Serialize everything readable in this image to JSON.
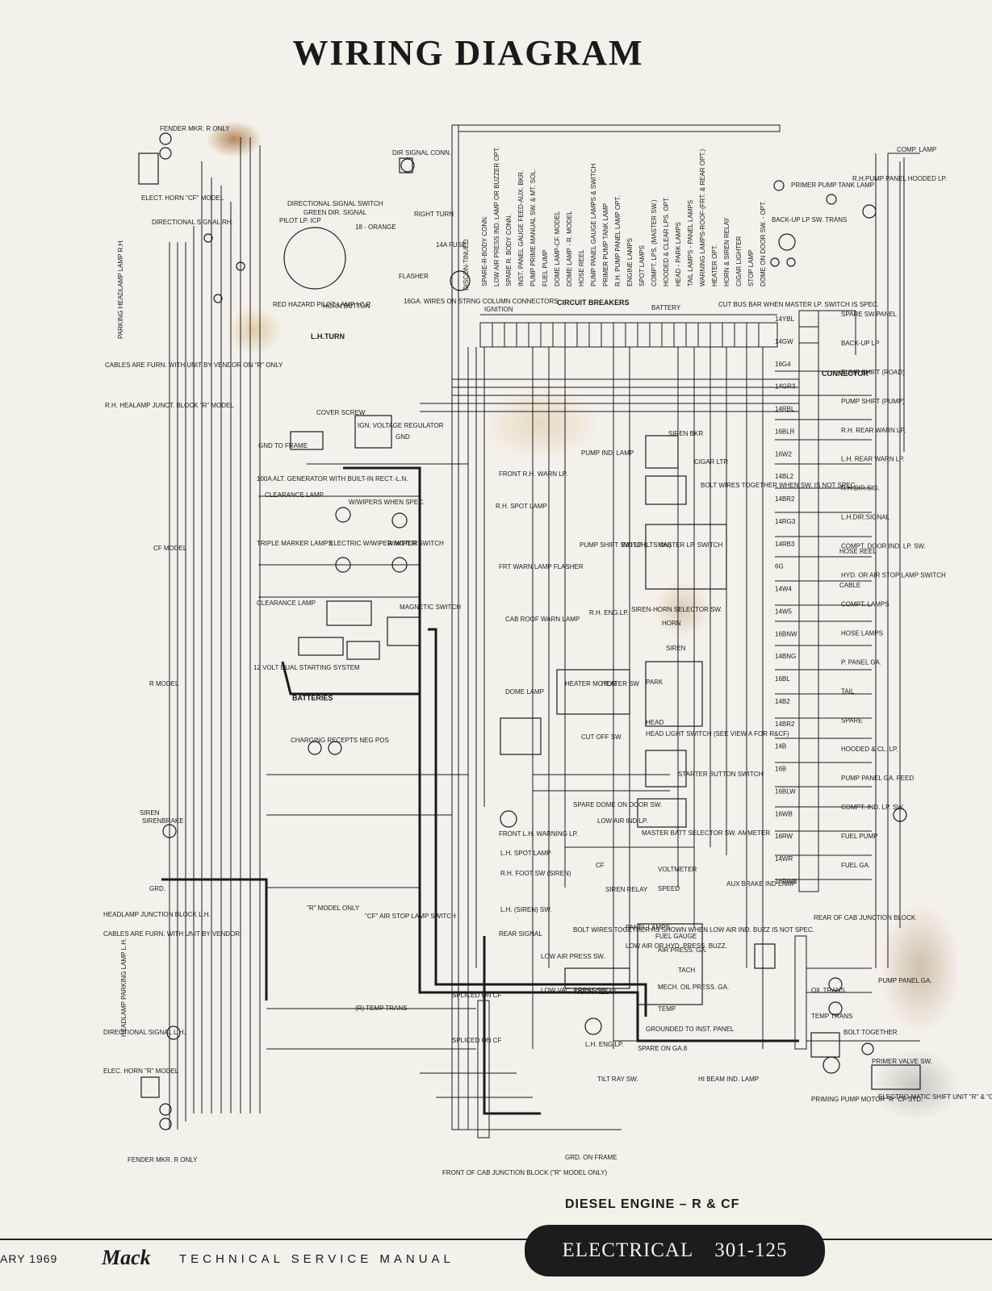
{
  "title": "WIRING DIAGRAM",
  "engine": "DIESEL ENGINE – R & CF",
  "footer": {
    "date": "ARY 1969",
    "brand": "Mack",
    "manual": "TECHNICAL SERVICE MANUAL",
    "section": "ELECTRICAL",
    "page": "301-125"
  },
  "breakers_heading": "CIRCUIT BREAKERS",
  "breaker_labels": [
    "SPARE-R-BODY CONN.",
    "LOW AIR PRESS IND. LAMP OR BUZZER OPT.",
    "SPARE R. BODY CONN.",
    "INST. PANEL GAUGE FEED-AUX. BKR.",
    "PUMP PRIME MANUAL SW. & MT. SOL.",
    "FUEL PUMP",
    "DOME LAMP-CF. MODEL",
    "DOME LAMP - R. MODEL",
    "HOSE REEL",
    "PUMP PANEL GAUGE LAMPS & SWITCH",
    "PRIMER PUMP TANK LAMP",
    "R.H. PUMP PANEL LAMP OPT.",
    "ENGINE LAMPS",
    "SPOT LAMPS",
    "COMPT. LPS. (MASTER SW.)",
    "HOODED & CLEAR LPS. OPT.",
    "HEAD - PARK LAMPS",
    "TAIL LAMPS - PANEL LAMPS",
    "WARNING LAMPS-ROOF-(FRT. & REAR OPT.)",
    "HEATER OPT.",
    "HORN & SIREN RELAY",
    "CIGAR LIGHTER",
    "STOP LAMP",
    "DOME ON DOOR SW. - OPT."
  ],
  "labels": {
    "fender_mkr_top": "FENDER MKR. R ONLY",
    "elect_horn_cf": "ELECT. HORN \"CF\" MODEL",
    "dir_signal_rh": "DIRECTIONAL SIGNAL RH.",
    "parking_headlamp_rh": "PARKING HEADLAMP LAMP R.H.",
    "cables_furn": "CABLES ARE FURN. WITH UNIT BY VENDOR ON \"R\" ONLY",
    "rh_junct": "R.H. HEALAMP JUNCT. BLOCK \"R\" MODEL",
    "dir_signal_conn": "DIR SIGNAL CONN.",
    "dir_signal_switch": "DIRECTIONAL SIGNAL SWITCH",
    "green_dir_signal": "GREEN DIR. SIGNAL",
    "pilot_lp": "PILOT LP. ICP",
    "orange": "18 - ORANGE",
    "right_turn": "RIGHT TURN",
    "flasher": "FLASHER",
    "fuse": "14A FUSE",
    "disconnect": "DISCON-TINUED",
    "red_hazard": "RED HAZARD PILOT LAMP I.C.P.",
    "horn_button": "HORN BUTTON",
    "lh_turn": "L.H.TURN",
    "connectors": "16GA. WIRES ON STRNG COLUMN CONNECTORS",
    "ignition": "IGNITION",
    "battery": "BATTERY",
    "cut_bus_bar": "CUT BUS BAR WHEN MASTER LP. SWITCH IS SPEC.",
    "primer_pump_tank": "PRIMER PUMP TANK LAMP",
    "rh_pump_panel": "R.H.PUMP PANEL HOODED LP.",
    "comp_lamp": "COMP. LAMP",
    "backup_lp": "BACK-UP LP SW. TRANS",
    "cover_screw": "COVER SCREW",
    "ign_voltage": "IGN. VOLTAGE REGULATOR",
    "gnd": "GND",
    "gnd_frame": "GND TO FRAME",
    "alt_generator": "100A ALT. GENERATOR WITH BUILT-IN RECT.-L.N.",
    "clearance_lamp": "CLEARANCE LAMP",
    "wipers": "W/WIPERS WHEN SPEC.",
    "electric_wiper": "ELECTRIC W/WIPER MOTOR",
    "wiper_switch": "W/WIPER SWITCH",
    "triple_marker": "TRIPLE MARKER LAMPS",
    "cf_model": "CF MODEL",
    "r_model": "R MODEL",
    "clearance_lamp2": "CLEARANCE LAMP",
    "magnetic_switch": "MAGNETIC SWITCH",
    "starting_system": "12 VOLT DUAL STARTING SYSTEM",
    "batteries": "BATTERIES",
    "charging": "CHARGING RECEPTS NEG POS",
    "siren": "SIREN",
    "sirenbrake": "SIRENBRAKE",
    "grd": "GRD.",
    "headlamp_junction_lh": "HEADLAMP JUNCTION BLOCK L.H.",
    "cables_furn_lh": "CABLES ARE FURN. WITH UNIT BY VENDOR",
    "parking_headlamp_lh": "HEADLAMP PARKING LAMP L.H.",
    "dir_signal_lh": "DIRECTIONAL SIGNAL L.H.",
    "elect_horn_r": "ELEC. HORN \"R\" MODEL",
    "fender_mkr_bottom": "FENDER MKR. R ONLY",
    "air_stop": "\"CF\" AIR STOP LAMP SWITCH",
    "r_model_only": "\"R\" MODEL ONLY",
    "temp_trans": "(R) TEMP TRANS",
    "spliced_cf_top": "SPLICED ON CF",
    "spliced_cf_bottom": "SPLICED ON CF",
    "grd_frame": "GRD. ON FRAME",
    "front_junction": "FRONT OF CAB JUNCTION BLOCK (\"R\" MODEL ONLY)",
    "pump_ind_lamp": "PUMP IND. LAMP",
    "front_rh_warn": "FRONT R.H. WARN LP.",
    "rh_spot": "R.H. SPOT LAMP",
    "frt_warn_flasher": "FRT WARN LAMP FLASHER",
    "pump_shift_switch": "PUMP SHIFT SWITCH",
    "ind_lp": "IND LP (LTS ON)",
    "master_switch": "MASTER LP. SWITCH",
    "bolt_wires": "BOLT WIRES TOGETHER WHEN SW. IS NOT SPEC.",
    "cigar_ltr": "CIGAR LTR",
    "siren_bkr": "SIREN BKR",
    "cab_roof_warn": "CAB ROOF WARN LAMP",
    "rh_eng_lp": "R.H. ENG.LP.",
    "siren_horn_selector": "SIREN-HORN SELECTOR SW.",
    "horn": "HORN",
    "siren_sel": "SIREN",
    "dome_lamp": "DOME LAMP",
    "heater_motor": "HEATER MOTOR",
    "heater_sw": "HEATER SW",
    "park": "PARK",
    "head": "HEAD",
    "head_light_switch": "HEAD LIGHT SWITCH (SEE VIEW A FOR R&CF)",
    "cut_off_sw": "CUT OFF SW",
    "starter_button": "STARTER BUTTON SWITCH",
    "spare_dome": "SPARE DOME ON DOOR SW.",
    "front_lh_warning": "FRONT L.H. WARNING LP.",
    "low_air_ind": "LOW AIR IND LP.",
    "master_batt": "MASTER BATT SELECTOR SW. AMMETER",
    "lh_spot": "L.H. SPOT LAMP",
    "rh_foot_sw": "R.H. FOOT SW (SIREN)",
    "lh_siren": "L.H. (SIREN) SW.",
    "cf": "CF",
    "siren_relay": "SIREN RELAY",
    "voltmeter": "VOLTMETER",
    "speed": "SPEED",
    "aux_brake": "AUX BRAKE IND LAMP",
    "rear_signal": "REAR SIGNAL",
    "low_air_press_sw": "LOW AIR PRESS SW.",
    "bolt_wires2": "BOLT WIRES TOGETHER AS SHOWN WHEN LOW AIR IND. BUZZ IS NOT SPEC.",
    "panel_lamps": "PANEL LAMPS",
    "fuel_gauge": "FUEL GAUGE",
    "low_air_buzz": "LOW AIR OR HYD. PRESS. BUZZ.",
    "air_press_ga": "AIR PRESS. GA.",
    "tach": "TACH",
    "mech_oil": "MECH. OIL PRESS. GA.",
    "temp": "TEMP",
    "grounded": "GROUNDED TO INST. PANEL",
    "low_vac": "LOW VAC. PRESS SW.",
    "horn_relay": "HORN RELAY",
    "lh_eng_lp": "L.H. ENG.LP.",
    "tilt_ray": "TILT RAY SW.",
    "hi_beam": "HI BEAM IND. LAMP",
    "spare_ga": "SPARE ON GA.8",
    "connector": "CONNECTOR",
    "hose_reel": "HOSE REEL",
    "cable": "CABLE",
    "rear_junction": "REAR OF CAB JUNCTION BLOCK",
    "pump_panel_ga": "PUMP PANEL GA.",
    "oil_trans": "OIL TRANS",
    "temp_trans2": "TEMP TRANS",
    "bolt_together": "BOLT TOGETHER",
    "primer_valve": "PRIMER VALVE SW.",
    "priming_pump": "PRIMING PUMP MOTOR \"R\" CF STD.",
    "electromatic": "ELECTRO-MATIC SHIFT UNIT \"R\" & \"CF\" OPT."
  },
  "right_connector_rows": [
    "14YBL",
    "14GW",
    "16G4",
    "14GR3",
    "14RBL",
    "16BLR",
    "16W2",
    "14BL2",
    "14BR2",
    "14RG3",
    "14RB3",
    "6G",
    "14W4",
    "14W5",
    "16BNW",
    "14BNG",
    "16BL",
    "14B2",
    "14BR2",
    "14B",
    "16B",
    "16BLW",
    "16WB",
    "16RW",
    "14WR",
    "16RWB"
  ],
  "right_connector_labels": [
    "SPARE SW.PANEL",
    "BACK-UP LP",
    "PUMP SHIFT (ROAD)",
    "PUMP SHIFT (PUMP)",
    "R.H. REAR WARN LP.",
    "L.H. REAR WARN LP.",
    "R.H.DIR.SIG.",
    "L.H.DIR.SIGNAL",
    "COMPT. DOOR IND. LP. SW.",
    "HYD. OR AIR STOP LAMP SWITCH",
    "COMPT. LAMPS",
    "HOSE LAMPS",
    "P. PANEL GA.",
    "TAIL",
    "SPARE",
    "HOODED & CL. LP.",
    "PUMP PANEL GA. FEED",
    "COMPT. IND. LP. SW.",
    "FUEL PUMP",
    "FUEL GA."
  ]
}
